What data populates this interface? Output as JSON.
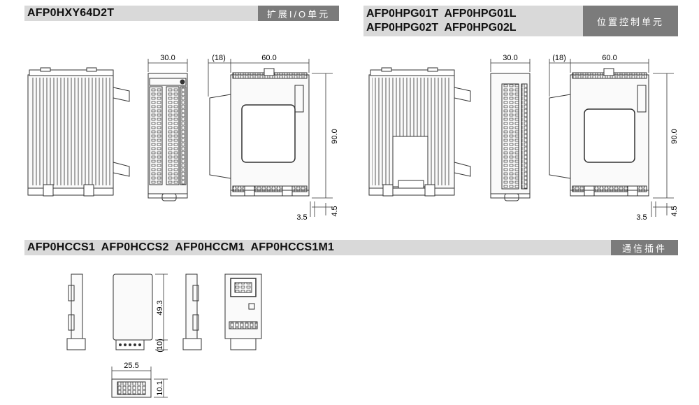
{
  "section1": {
    "title": "AFP0HXY64D2T",
    "tag": "扩展I/O单元",
    "dims": {
      "width": "30.0",
      "offset": "(18)",
      "depth": "60.0",
      "height": "90.0",
      "bottom": "4.5",
      "foot": "3.5"
    }
  },
  "section2": {
    "title_line1": "AFP0HPG01T  AFP0HPG01L",
    "title_line2": "AFP0HPG02T  AFP0HPG02L",
    "tag": "位置控制单元",
    "dims": {
      "width": "30.0",
      "offset": "(18)",
      "depth": "60.0",
      "height": "90.0",
      "bottom": "4.5",
      "foot": "3.5"
    }
  },
  "section3": {
    "title": "AFP0HCCS1  AFP0HCCS2  AFP0HCCM1  AFP0HCCS1M1",
    "tag": "通信插件",
    "dims": {
      "height": "49.3",
      "extra": "(10)",
      "width": "25.5",
      "depth": "10.1"
    }
  },
  "colors": {
    "header_bar": "#d9d9d9",
    "header_tag": "#7b7b7b",
    "line": "#333333"
  }
}
